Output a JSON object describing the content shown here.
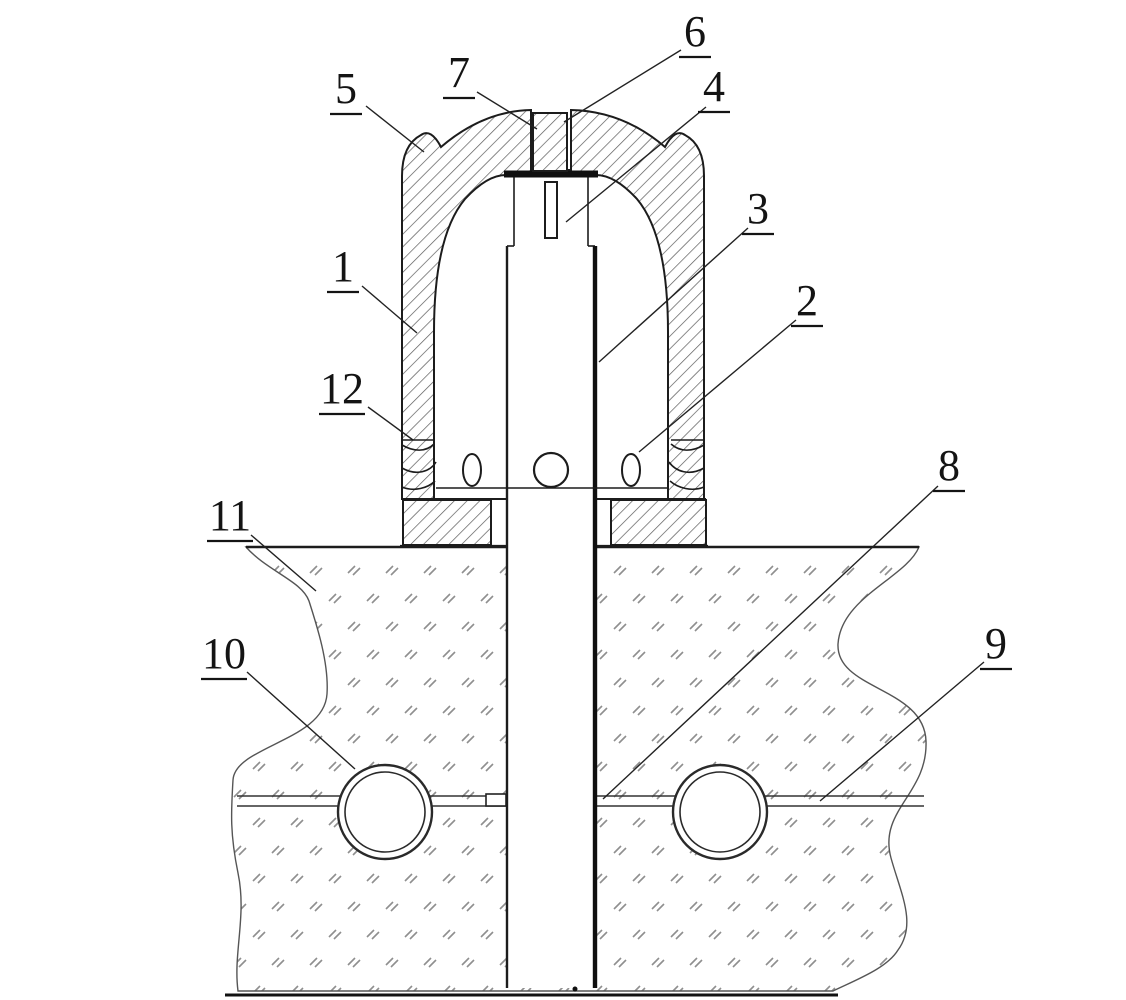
{
  "figure": {
    "description": "patent-style cross-section drawing of a wellhead/valve protection housing set into ground",
    "background_color": "#ffffff",
    "line_color": "#1c1c1c",
    "hatch_color": "#5a5a5a",
    "ground_mark_color": "#8f8f8f",
    "labels": {
      "n1": "1",
      "n2": "2",
      "n3": "3",
      "n4": "4",
      "n5": "5",
      "n6": "6",
      "n7": "7",
      "n8": "8",
      "n9": "9",
      "n10": "10",
      "n11": "11",
      "n12": "12"
    }
  }
}
